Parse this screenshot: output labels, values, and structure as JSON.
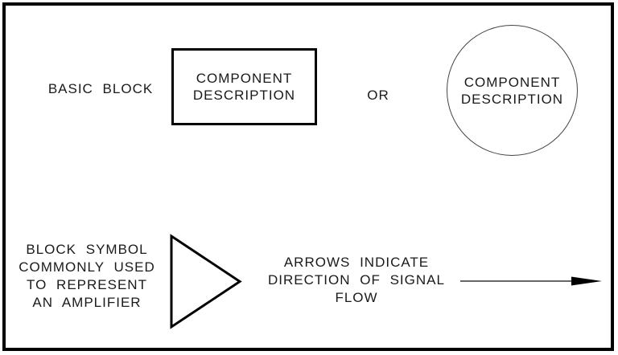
{
  "figure": {
    "colors": {
      "background": "#ffffff",
      "line": "#000000"
    },
    "basic_block_row": {
      "label": "BASIC BLOCK",
      "rectangle_text": "COMPONENT\nDESCRIPTION",
      "or_label": "OR",
      "circle_text": "COMPONENT\nDESCRIPTION"
    },
    "amplifier_row": {
      "amplifier_label": "BLOCK SYMBOL\nCOMMONLY USED\nTO REPRESENT\nAN AMPLIFIER",
      "arrow_label": "ARROWS INDICATE\nDIRECTION OF SIGNAL\nFLOW"
    }
  }
}
